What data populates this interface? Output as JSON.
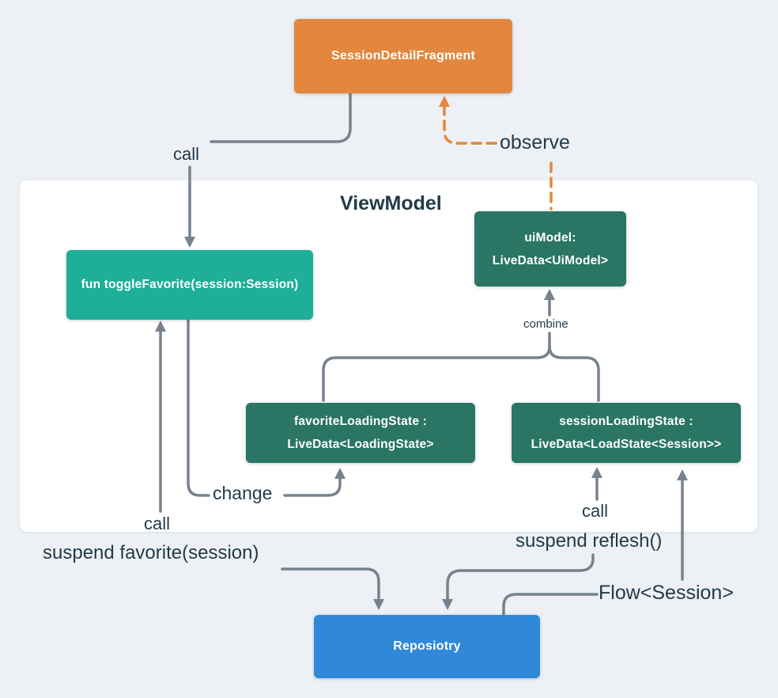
{
  "diagram": {
    "panel": {
      "title": "ViewModel"
    },
    "nodes": {
      "fragment": {
        "label": "SessionDetailFragment"
      },
      "toggle_favorite": {
        "label": "fun toggleFavorite(session:Session)"
      },
      "ui_model": {
        "line1": "uiModel:",
        "line2": "LiveData<UiModel>"
      },
      "favorite_loading": {
        "line1": "favoriteLoadingState :",
        "line2": "LiveData<LoadingState>"
      },
      "session_loading": {
        "line1": "sessionLoadingState :",
        "line2": "LiveData<LoadState<Session>>"
      },
      "repository": {
        "label": "Reposiotry"
      }
    },
    "labels": {
      "call_top": "call",
      "observe": "observe",
      "combine": "combine",
      "change": "change",
      "call_left": "call",
      "suspend_favorite": "suspend favorite(session)",
      "call_right": "call",
      "suspend_reflesh": "suspend reflesh()",
      "flow_session": "Flow<Session>"
    },
    "colors": {
      "background": "#edf1f5",
      "panel": "#ffffff",
      "orange": "#e2873d",
      "teal": "#1fae97",
      "dark_green": "#2a7563",
      "blue": "#2f89d8",
      "line_gray": "#76828e",
      "text_dark": "#233a49"
    }
  }
}
